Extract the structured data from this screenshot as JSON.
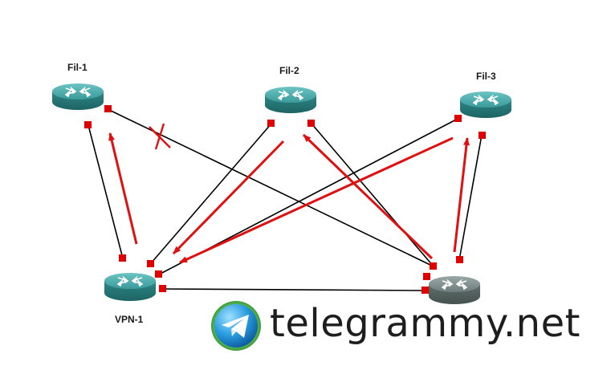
{
  "routers": [
    {
      "id": "fil1",
      "label": "Fil-1",
      "color": "#3a9a9a"
    },
    {
      "id": "fil2",
      "label": "Fil-2",
      "color": "#3a9a9a"
    },
    {
      "id": "fil3",
      "label": "Fil-3",
      "color": "#3a9a9a"
    },
    {
      "id": "vpn1",
      "label": "VPN-1",
      "color": "#3a9a9a"
    },
    {
      "id": "vpn2",
      "label": "",
      "color": "#6e7e7c"
    }
  ],
  "links": [
    {
      "from": "fil1",
      "to": "vpn1"
    },
    {
      "from": "fil1",
      "to": "vpn2",
      "failed": true
    },
    {
      "from": "fil2",
      "to": "vpn1"
    },
    {
      "from": "fil2",
      "to": "vpn2"
    },
    {
      "from": "fil3",
      "to": "vpn1"
    },
    {
      "from": "fil3",
      "to": "vpn2"
    },
    {
      "from": "vpn1",
      "to": "vpn2"
    }
  ],
  "traffic_flows": [
    {
      "from": "vpn1",
      "to": "fil1"
    },
    {
      "from": "fil2",
      "to": "vpn1"
    },
    {
      "from": "fil3",
      "to": "vpn1"
    },
    {
      "from": "vpn2",
      "to": "fil2"
    },
    {
      "from": "vpn2",
      "to": "fil3"
    }
  ],
  "colors": {
    "link": "#000000",
    "flow": "#e01010",
    "port": "#e00000",
    "failure_mark": "#e01010"
  },
  "watermark": {
    "text": "telegrammy.net",
    "icon": "telegram-logo-icon"
  }
}
